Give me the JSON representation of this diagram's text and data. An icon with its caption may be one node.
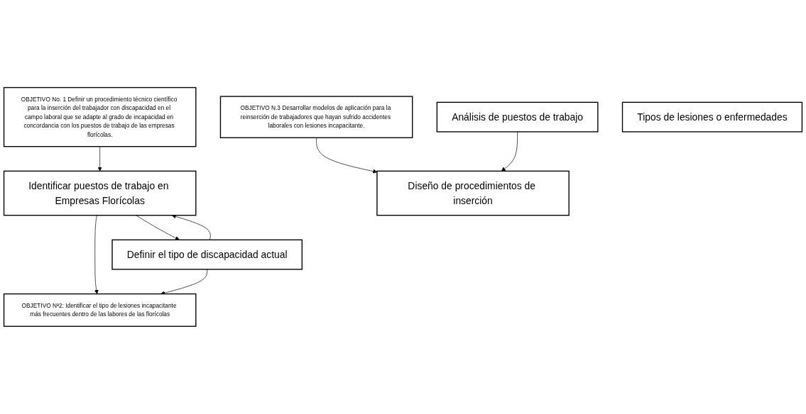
{
  "diagram": {
    "nodes": [
      {
        "text": [
          "OBJETIVO No. 1 Definir un procedimiento técnico científico para la inserción del trabajador con discapacidad en el campo laboral que se adapte al grado de incapacidad en concordancia con los puestos de trabajo de las empresas florícolas."
        ]
      },
      {
        "text": [
          "OBJETIVO N.3 Desarrollar modelos de aplicación para la reinserción de trabajadores que hayan sufrido accidentes laborales con lesiones incapacitante."
        ]
      },
      {
        "text": [
          "Identificar puestos de trabajo en Empresas Florícolas"
        ]
      },
      {
        "text": [
          "Definir el tipo de discapacidad actual"
        ]
      },
      {
        "text": [
          "Análisis de puestos de trabajo"
        ]
      },
      {
        "text": [
          "Diseño de procedimientos de inserción"
        ]
      },
      {
        "text": [
          "OBJETIVO Nª2: Identificar el tipo de lesiones incapacitante más frecuentes dentro de las labores de las florícolas"
        ]
      },
      {
        "text": [
          "Tipos de lesiones o enfermedades"
        ]
      }
    ],
    "edges": [
      {
        "from": 0,
        "to": 2,
        "arrow": "to"
      },
      {
        "from": 1,
        "to": 5,
        "arrow": "to"
      },
      {
        "from": 2,
        "to": 3,
        "arrow": "to"
      },
      {
        "from": 3,
        "to": 2,
        "arrow": "to"
      },
      {
        "from": 4,
        "to": 5,
        "arrow": "to"
      },
      {
        "from": 2,
        "to": 6,
        "arrow": "to"
      },
      {
        "from": 3,
        "to": 6,
        "arrow": "to"
      }
    ]
  }
}
